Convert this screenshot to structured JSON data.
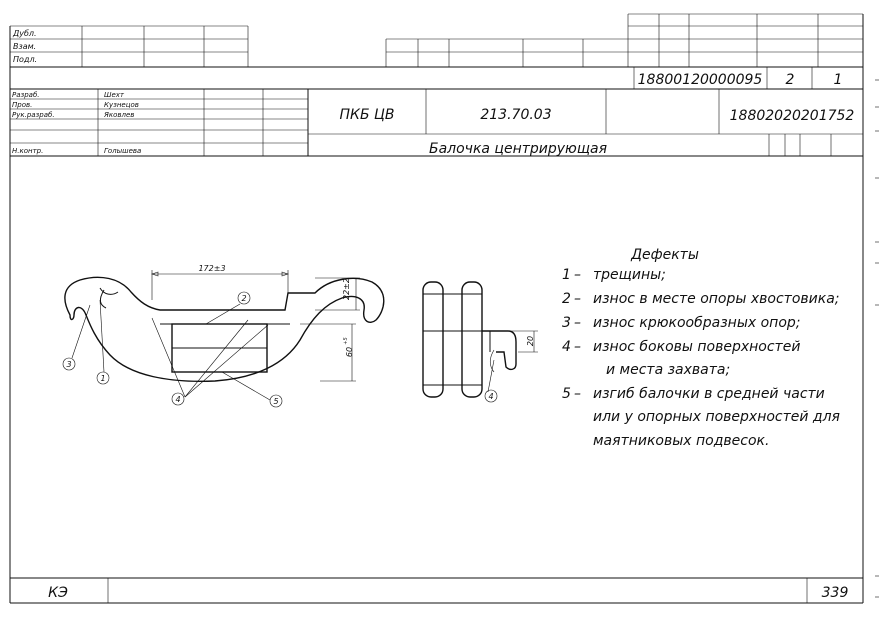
{
  "header": {
    "approval_labels": [
      "Дубл.",
      "Взам.",
      "Подл."
    ],
    "doc_number": "18800120000095",
    "sheet": "2",
    "sheets": "1"
  },
  "staff": [
    {
      "role": "Разраб.",
      "name": "Шехт"
    },
    {
      "role": "Пров.",
      "name": "Кузнецов"
    },
    {
      "role": "Рук.разраб.",
      "name": "Яковлев"
    },
    {
      "role": "",
      "name": ""
    },
    {
      "role": "Н.контр.",
      "name": "Голышева"
    }
  ],
  "org": "ПКБ ЦВ",
  "code": "213.70.03",
  "doc_number2": "18802020201752",
  "title": "Балочка центрирующая",
  "defects": {
    "heading": "Дефекты",
    "items": [
      {
        "num": "1",
        "text": "трещины;"
      },
      {
        "num": "2",
        "text": "износ в месте опоры хвостовика;"
      },
      {
        "num": "3",
        "text": "износ крюкообразных опор;"
      },
      {
        "num": "4",
        "text": "износ боковы поверхностей"
      },
      {
        "num": "",
        "text": "и места захвата;"
      },
      {
        "num": "5",
        "text": "изгиб балочки в средней части"
      },
      {
        "num": "",
        "text": "или у опорных поверхностей для"
      },
      {
        "num": "",
        "text": "маятниковых подвесок."
      }
    ]
  },
  "dimensions": {
    "width": "172±3",
    "hook_height": "22±2",
    "height": "60",
    "height_tol": "+5",
    "side": "20"
  },
  "callouts": [
    "1",
    "2",
    "3",
    "4",
    "5",
    "4"
  ],
  "footer": {
    "left": "КЭ",
    "page": "339"
  }
}
